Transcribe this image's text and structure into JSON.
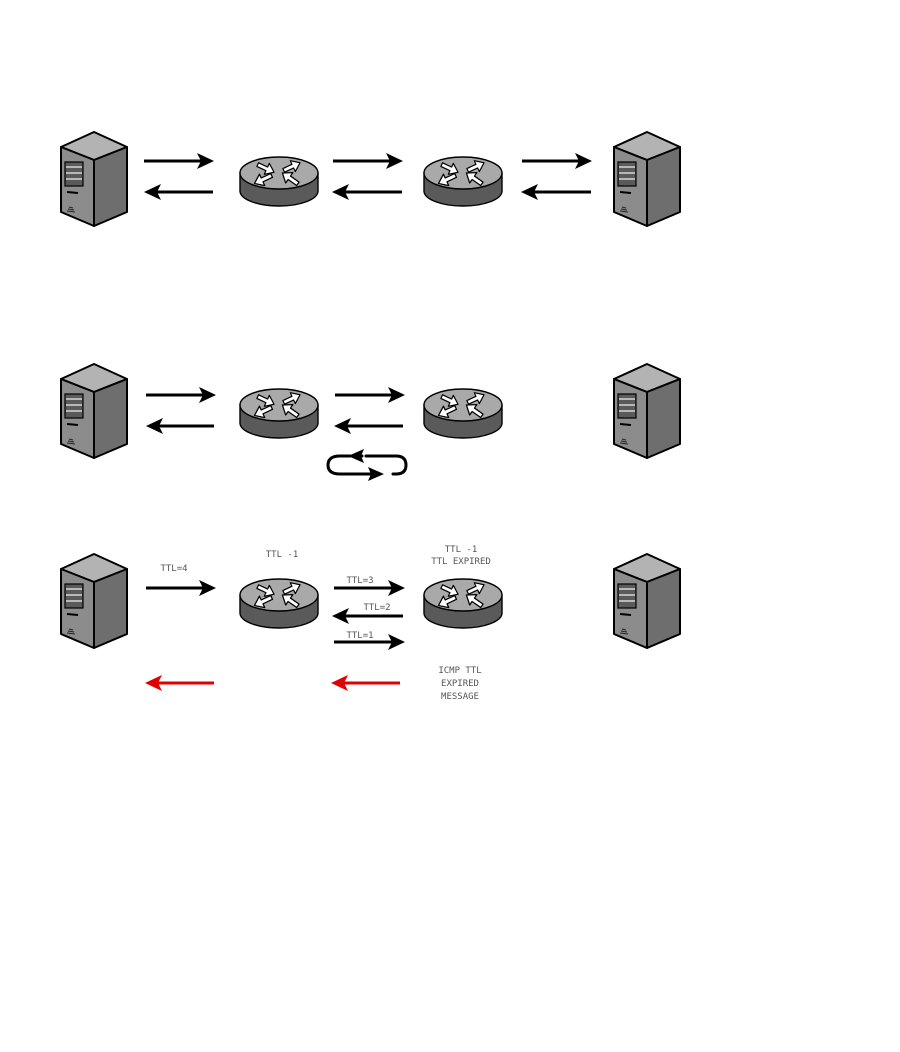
{
  "colors": {
    "arrow_normal": "#000000",
    "arrow_icmp": "#e00000",
    "router_top": "#a9a9a9",
    "router_side": "#5a5a5a",
    "server_front": "#8a8a8a",
    "server_side": "#6a6a6a",
    "server_top": "#b0b0b0"
  },
  "icons": {
    "server": "server-tower-icon",
    "router": "router-icon",
    "loop": "routing-loop-icon"
  },
  "scene3": {
    "ttl_initial": "TTL=4",
    "router1_label": "TTL -1",
    "router2_label_line1": "TTL -1",
    "router2_label_line2": "TTL EXPIRED",
    "ttl_hop_a": "TTL=3",
    "ttl_hop_b": "TTL=2",
    "ttl_hop_c": "TTL=1",
    "icmp_line1": "ICMP TTL",
    "icmp_line2": "EXPIRED",
    "icmp_line3": "MESSAGE"
  }
}
